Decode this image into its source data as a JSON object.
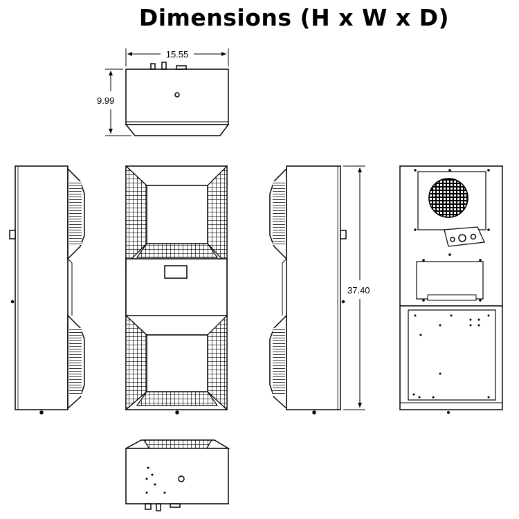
{
  "title": "Dimensions (H x W x D)",
  "dimensions": {
    "width": "15.55",
    "depth": "9.99",
    "height": "37.40"
  },
  "colors": {
    "line": "#000000",
    "background": "#ffffff"
  }
}
